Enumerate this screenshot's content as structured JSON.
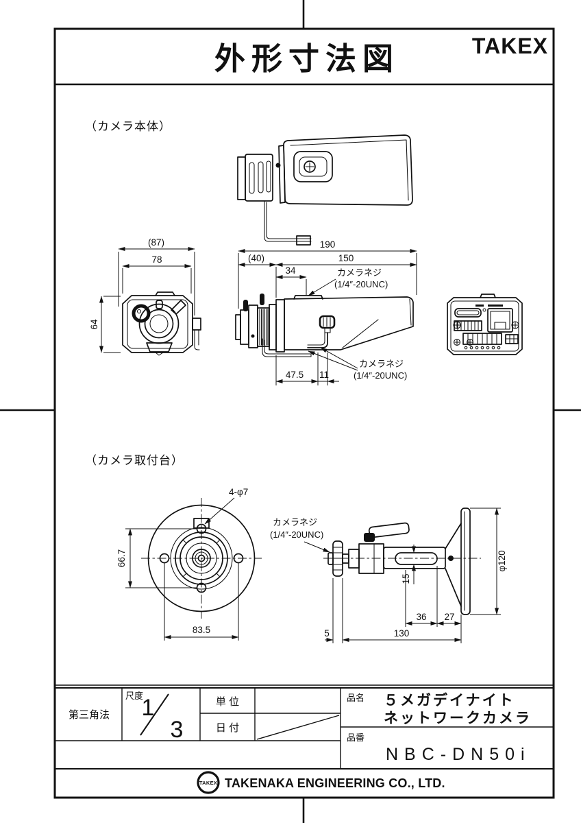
{
  "sheet": {
    "title": "外形寸法図",
    "brand": "TAKEX"
  },
  "camera_body": {
    "section_label": "（カメラ本体）",
    "front_view": {
      "overall_width": "(87)",
      "width": "78",
      "height": "64"
    },
    "side_view": {
      "overall_length": "190",
      "lens_length": "(40)",
      "body_length": "150",
      "screw_offset_top": "34",
      "screw_offset_bottom": "47.5",
      "screw_pitch_bottom": "11",
      "screw_label": "カメラネジ",
      "screw_spec": "(1/4″-20UNC)"
    }
  },
  "mount": {
    "section_label": "（カメラ取付台）",
    "front_view": {
      "holes": "4-φ7",
      "hole_pitch_v": "66.7",
      "hole_pitch_h": "83.5"
    },
    "side_view": {
      "screw_label": "カメラネジ",
      "screw_spec": "(1/4″-20UNC)",
      "slot_width": "15",
      "dim_36": "36",
      "dim_27": "27",
      "flange_dia": "φ120",
      "dim_5": "5",
      "dim_130": "130"
    }
  },
  "title_block": {
    "projection": "第三角法",
    "scale_label": "尺度",
    "scale_numerator": "1",
    "scale_denominator": "3",
    "unit_label": "単 位",
    "date_label": "日 付",
    "product_name_label": "品名",
    "product_name_line1": "５メガデイナイト",
    "product_name_line2": "ネットワークカメラ",
    "product_code_label": "品番",
    "product_code": "NBC-DN50i"
  },
  "footer": {
    "logo_text": "TAKEX",
    "company_name": "TAKENAKA ENGINEERING CO., LTD."
  }
}
